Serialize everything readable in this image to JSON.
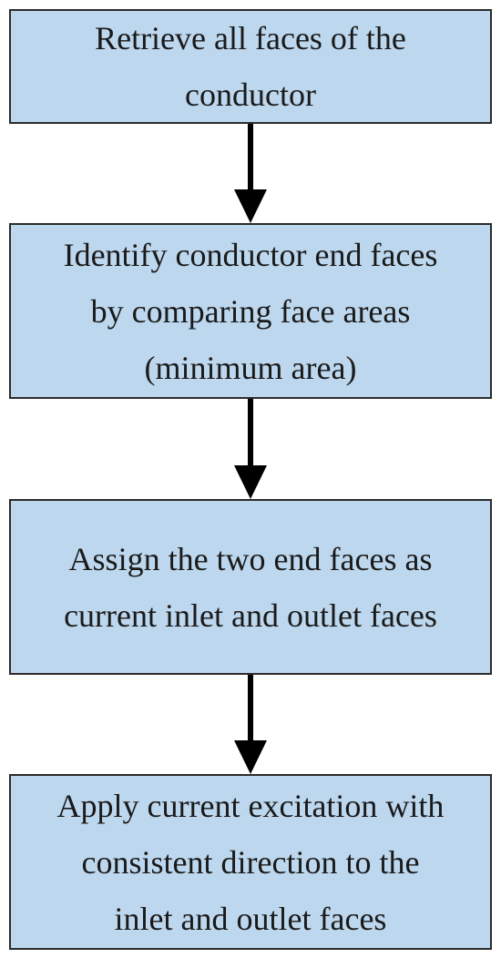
{
  "steps": [
    {
      "lines": [
        "Retrieve all faces of the",
        "conductor"
      ]
    },
    {
      "lines": [
        "Identify conductor end faces",
        "by comparing face areas",
        "(minimum area)"
      ]
    },
    {
      "lines": [
        "Assign the two end faces as",
        "current inlet and outlet faces"
      ]
    },
    {
      "lines": [
        "Apply current excitation with",
        "consistent direction to the",
        "inlet and outlet faces"
      ]
    }
  ],
  "colors": {
    "box_fill": "#bdd7ee",
    "box_border": "#2b2b2b",
    "arrow": "#000000"
  }
}
